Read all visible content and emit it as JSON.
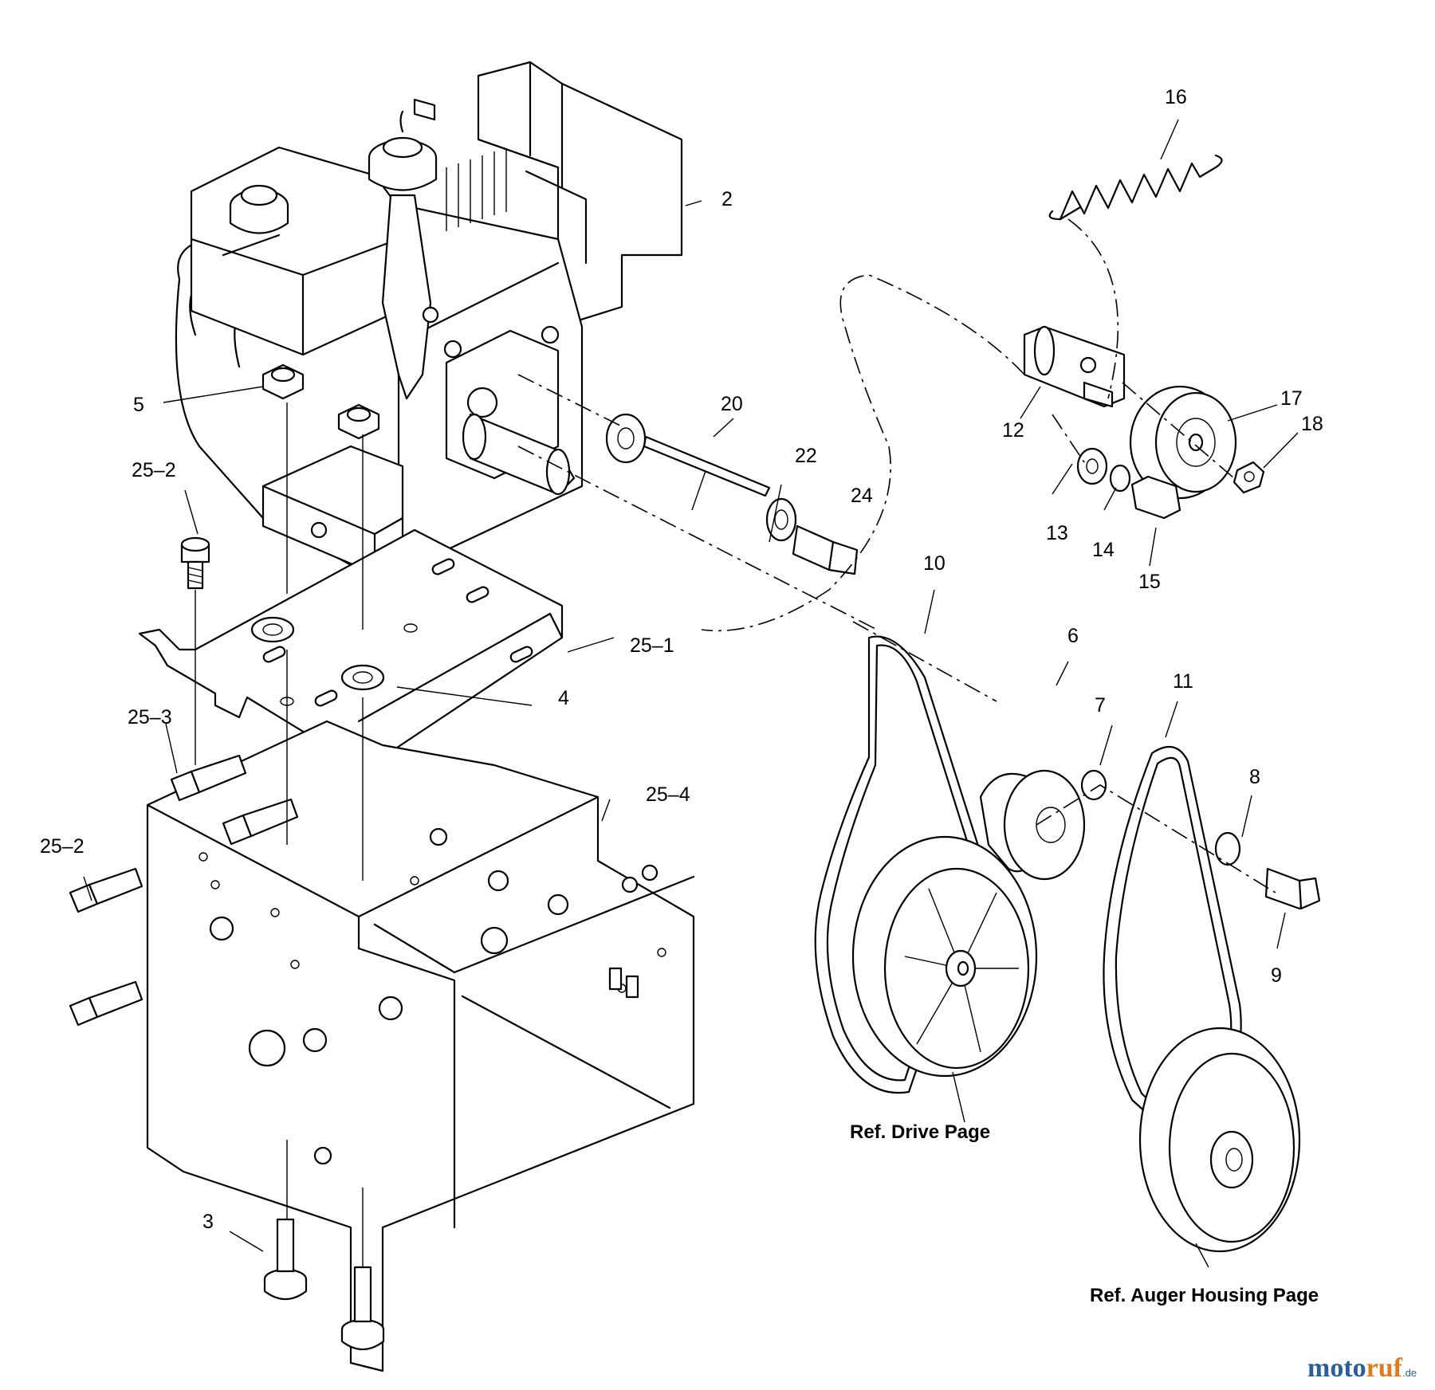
{
  "callouts": {
    "c2": "2",
    "c3": "3",
    "c4": "4",
    "c5": "5",
    "c6": "6",
    "c7": "7",
    "c8": "8",
    "c9": "9",
    "c10": "10",
    "c11": "11",
    "c12": "12",
    "c13": "13",
    "c14": "14",
    "c15": "15",
    "c16": "16",
    "c17": "17",
    "c18": "18",
    "c20": "20",
    "c22": "22",
    "c24": "24",
    "c25_1": "25–1",
    "c25_2a": "25–2",
    "c25_2b": "25–2",
    "c25_3": "25–3",
    "c25_4": "25–4"
  },
  "references": {
    "drive": "Ref. Drive Page",
    "auger": "Ref. Auger Housing Page"
  },
  "watermark": {
    "part1": "moto",
    "part2": "ruf",
    "suffix": ".de"
  },
  "colors": {
    "line": "#000000",
    "watermark_blue": "#2a5d9c",
    "watermark_orange": "#e07a1e"
  }
}
